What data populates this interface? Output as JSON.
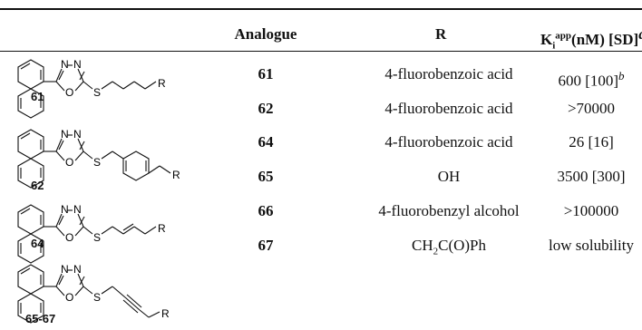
{
  "table": {
    "headers": {
      "analogue": "Analogue",
      "r": "R",
      "k_base": "K",
      "k_sub": "i",
      "k_sup": "app",
      "k_rest": "(nM) [SD]",
      "k_note": "a"
    },
    "rows": [
      {
        "analogue": "61",
        "r": "4-fluorobenzoic acid",
        "k": "600 [100]",
        "k_note": "b"
      },
      {
        "analogue": "62",
        "r": "4-fluorobenzoic acid",
        "k": ">70000",
        "k_note": ""
      },
      {
        "analogue": "64",
        "r": "4-fluorobenzoic acid",
        "k": "26 [16]",
        "k_note": ""
      },
      {
        "analogue": "65",
        "r": "OH",
        "k": "3500 [300]",
        "k_note": ""
      },
      {
        "analogue": "66",
        "r": "4-fluorobenzyl alcohol",
        "k": ">100000",
        "k_note": ""
      },
      {
        "analogue": "67",
        "r_main": "CH",
        "r_sub": "2",
        "r_rest": "C(O)Ph",
        "k": "low solubility",
        "k_note": ""
      }
    ]
  },
  "structures": {
    "labels": [
      "61",
      "62",
      "64",
      "65-67"
    ],
    "atoms": {
      "n": "N",
      "o": "O",
      "s": "S",
      "r": "R"
    }
  }
}
